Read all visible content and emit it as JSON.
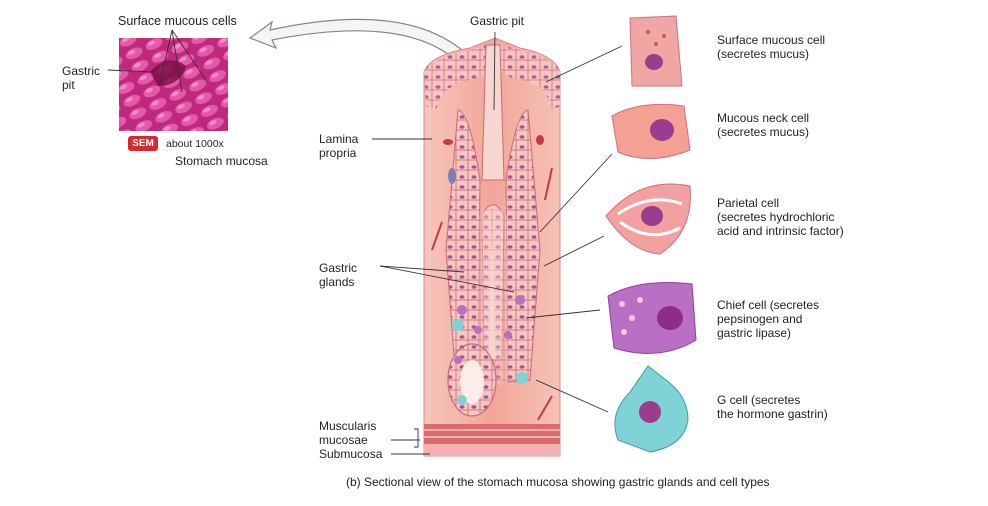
{
  "colors": {
    "sem_badge": "#d8282c",
    "micrograph": "#c0287e",
    "tissue": "#f2aaa0",
    "cell_pink": "#f0a7a3",
    "cell_purple": "#b86fc4",
    "cell_teal": "#7fd3d6",
    "nucleus": "#9b3c8f"
  },
  "micrograph": {
    "surface_mucous_cells": "Surface mucous cells",
    "gastric_pit": "Gastric\npit",
    "sem_badge": "SEM",
    "magnification": "about 1000x",
    "caption": "Stomach mucosa"
  },
  "section_labels": {
    "gastric_pit": "Gastric pit",
    "lamina_propria": "Lamina\npropria",
    "gastric_glands": "Gastric\nglands",
    "muscularis_mucosae": "Muscularis\nmucosae",
    "submucosa": "Submucosa"
  },
  "cell_types": [
    {
      "label": "Surface mucous cell\n(secretes mucus)",
      "icon": "surface-mucous-cell-icon"
    },
    {
      "label": "Mucous neck cell\n(secretes mucus)",
      "icon": "mucous-neck-cell-icon"
    },
    {
      "label": "Parietal cell\n(secretes hydrochloric\nacid and intrinsic factor)",
      "icon": "parietal-cell-icon"
    },
    {
      "label": "Chief cell (secretes\npepsinogen and\ngastric lipase)",
      "icon": "chief-cell-icon"
    },
    {
      "label": "G cell (secretes\nthe hormone gastrin)",
      "icon": "g-cell-icon"
    }
  ],
  "figure_caption": "(b) Sectional view of the stomach mucosa showing gastric glands and cell types"
}
